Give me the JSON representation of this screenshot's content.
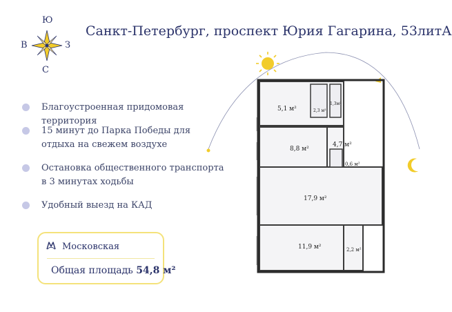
{
  "compass": {
    "north": "Ю",
    "south": "С",
    "west": "В",
    "east": "З"
  },
  "title": "Санкт-Петербург, проспект Юрия Гагарина, 53литА",
  "features": [
    {
      "line1": "Благоустроенная придомовая территория",
      "line2": ""
    },
    {
      "line1": "15 минут до Парка Победы для",
      "line2": "отдыха на свежем воздухе"
    },
    {
      "line1": "Остановка общественного транспорта",
      "line2": "в 3 минутах ходьбы"
    },
    {
      "line1": "Удобный выезд на КАД",
      "line2": ""
    }
  ],
  "info": {
    "metro_station": "Московская",
    "area_label": "Общая площадь",
    "area_value": "54,8 м²"
  },
  "rooms": [
    {
      "label": "5,1 м²"
    },
    {
      "label": "2,3 м²"
    },
    {
      "label": "1,3м²"
    },
    {
      "label": "8,8 м²"
    },
    {
      "label": "4,7 м²"
    },
    {
      "label": "0,6 м²"
    },
    {
      "label": "17,9 м²"
    },
    {
      "label": "11,9 м²"
    },
    {
      "label": "2,2 м²"
    }
  ],
  "colors": {
    "accent_yellow": "#f4e27a",
    "sun": "#f2cc2a",
    "navy": "#2b336a",
    "dot": "#c6c8e6"
  },
  "icons": {
    "compass": "compass-rose-icon",
    "metro": "metro-m-icon",
    "sun": "sun-icon",
    "moon": "moon-icon"
  }
}
